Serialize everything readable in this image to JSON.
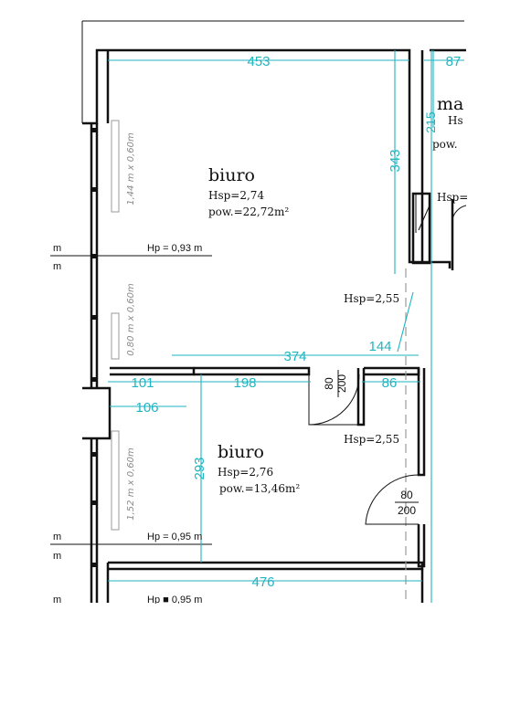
{
  "rooms": [
    {
      "name": "biuro",
      "height": "Hsp=2,74",
      "area": "pow.=22,72m²"
    },
    {
      "name": "biuro",
      "height": "Hsp=2,76",
      "area": "pow.=13,46m²"
    }
  ],
  "partial_room": {
    "name": "ma",
    "height": "Hs",
    "area": "pow."
  },
  "heights": {
    "corridor_right": "Hsp=",
    "corridor_upper": "Hsp=2,55",
    "corridor_lower": "Hsp=2,55"
  },
  "dimensions": {
    "top_width": "453",
    "top_right": "87",
    "right_vertical": "343",
    "small_vertical": "215",
    "mid_width": "374",
    "diag_144": "144",
    "left_101": "101",
    "mid_198": "198",
    "right_86": "86",
    "left_106": "106",
    "lower_vertical": "293",
    "bottom_width": "476"
  },
  "doors": [
    {
      "width": "80",
      "height": "200"
    },
    {
      "width": "80",
      "height": "200"
    }
  ],
  "windows": [
    "1,44 m x 0,60m",
    "0,80 m x 0,60m",
    "1,52 m x 0,60m"
  ],
  "parapets": [
    "Hp = 0,93 m",
    "Hp = 0,95 m",
    "Hp ■ 0,95 m"
  ],
  "edge_labels": [
    "m",
    "m",
    "m",
    "m",
    "m"
  ]
}
